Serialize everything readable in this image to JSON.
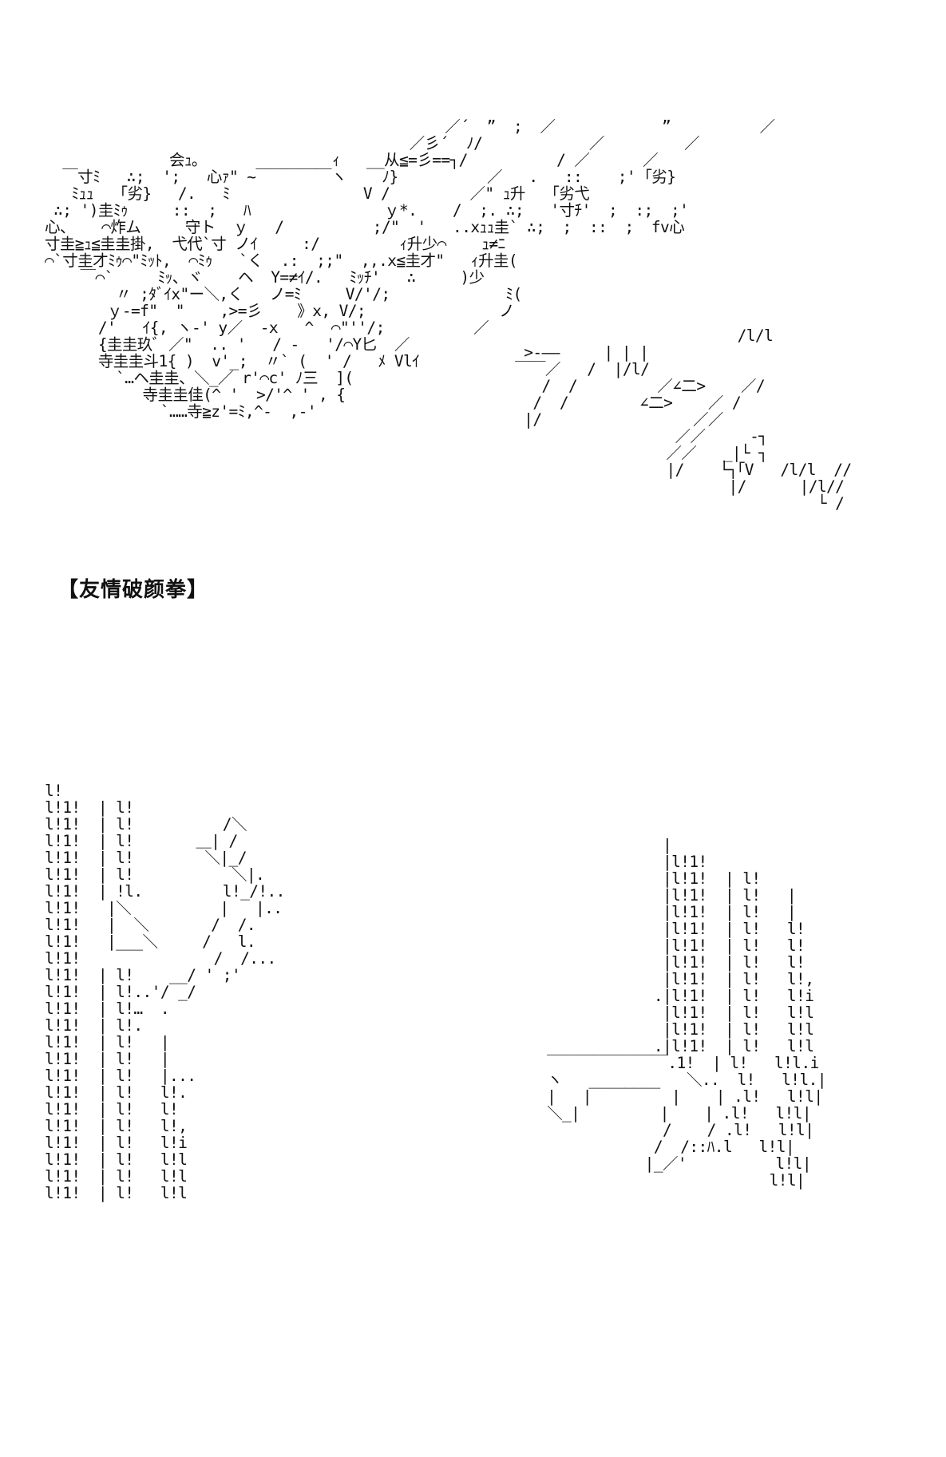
{
  "page": {
    "background": "#ffffff",
    "ink_color": "#111111"
  },
  "caption": "【友情破颜拳】",
  "ascii_art": {
    "explosion": "                                             ／´  ”  ;  ／            ”          ／\n                                         ／彡´  ﾉ/            ／         ／\n              会ｭ｡               ｨ   __从≦=彡==┐/          / ／      ／\n  ￣寸ﾐ   ∴;  ';   心ｧ\" ~￣￣￣￣￣ヽ    ﾉ}          ／   .   ::    ;' ｢劣}\n   ﾐｭｭ   ｢劣}   /.   ﾐ               V /         ／\" ｭ升   ｢劣弋\n ∴; ')圭ﾐｩ     ::  ;   ﾊ               ｙ*.    /  ;. ∴;   '寸ﾁ'  ;  :;  ;'\n心、   ⌒炸ム     守ト  ｙ   /          ;/\"  '   ..xｭｭ圭` ∴;  ;  ::  ;  fv心\n寸圭≧ｭ≦圭圭掛,  弋代`寸 ノｲ     :/         ｨ升少⌒    ｭ≠ﾆ\n⌒`寸圭才ﾐｩ⌒\"ﾐｯﾄ,  ⌒ﾐｩ   `く  .:  ;;\"  ,,.x≦圭才\"   ｨ升圭(\n    ￣⌒`     ﾐｯ、ヾ    ヘ  Y=≠ｲ/.   ﾐｯﾁ'   ∴     )少\n        〃 ;ﾀﾞｲx\"ー＼,く   ノ=ﾐ     V/'/;             ﾐ(\n       ｙ-=f\"  \"    ,>=彡    》x, V/;               ノ\n      /'   ｲ{, ヽ-' y／  -x   ^  ⌒\"''/;          ／\n      {圭圭玖ﾞ ／\"  .. '   / ‐   '/⌒Y匕  ／\n      寺圭圭斗1{ )  v'_;  〃` (  ' /   ﾒ Vlｲ\n        `…ヘ圭圭、＼_／ r'⌒c' ﾉ三  ](\n           寺圭圭佳(^ '  >/'^ ' , {\n             `……寺≧z'=ﾐ,^‐  ,-'",
    "speed_lines": "                          /l/l\n  >-――     | | |\n ￣￣／   /  |/l/\n    /  /         ／∠二>    ／/\n   /  /        ∠二>    ／ /\n  |/                 ／／\n                   ／／     -┐\n                  ／／   _|└ ┐\n                  |/    └┐｢V   /l/l  //\n                         |/      |/l//\n                                   └ /",
    "left_figure": "l!\nl!1!  | l!\nl!1!  | l!          /＼\nl!1!  | l!       ＿| /\nl!1!  | l!        ＼|_/\nl!1!  | l!           ＼|.\nl!1!  | !l.         l!_/!..\nl!1!   |＼          |   |..\nl!1!   |  ＼       /  /.\nl!1!   |___＼     /   l.\nl!1!               /  /...\nl!1!  | l!    __/ ' ;'\nl!1!  | l!..'/ _/\nl!1!  | l!…  .\nl!1!  | l!.\nl!1!  | l!   |\nl!1!  | l!   |\nl!1!  | l!   |...\nl!1!  | l!   l!.\nl!1!  | l!   l!\nl!1!  | l!   l!,\nl!1!  | l!   l!i\nl!1!  | l!   l!l\nl!1!  | l!   l!l\nl!1!  | l!   l!l",
    "right_figure": "              |\n              |l!1!\n              |l!1!  | l!\n              |l!1!  | l!   |\n              |l!1!  | l!   |\n              |l!1!  | l!   l!\n              |l!1!  | l!   l!\n              |l!1!  | l!   l!\n              |l!1!  | l!   l!,\n             .|l!1!  | l!   l!i\n              |l!1!  | l!   l!l\n              |l!1!  | l!   l!l\n             .|l!1!  | l!   l!l\n ￣￣￣￣￣￣￣￣.1!  | l!   l!l.i\n ヽ   ________   ＼..  l!   l!l.|\n |   |         |    | .l!   l!l|\n ＼_|         |    | .l!   l!l|\n              /    / .l!   l!l|\n             /  /::ﾊ.l   l!l|\n            |_／'          l!l|\n                          l!l|"
  }
}
